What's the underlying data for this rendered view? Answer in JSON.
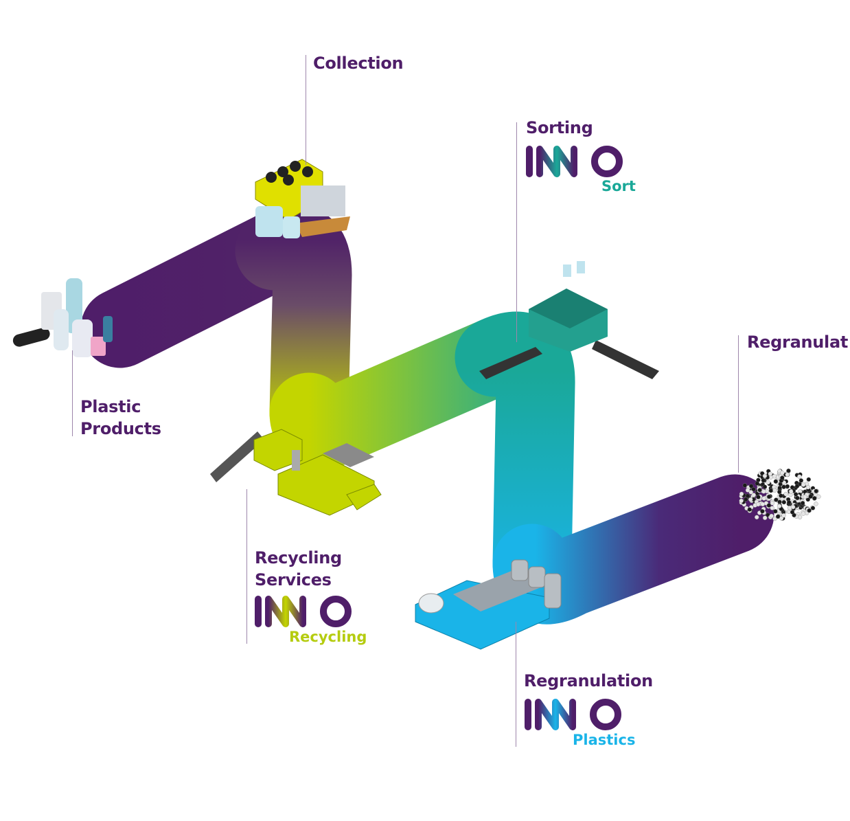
{
  "stages": [
    {
      "id": "plastic-products",
      "label_lines": [
        "Plastic",
        "Products"
      ]
    },
    {
      "id": "collection",
      "label_lines": [
        "Collection"
      ]
    },
    {
      "id": "recycling",
      "label_lines": [
        "Recycling",
        "Services"
      ],
      "logo": {
        "wordmark": "INNO",
        "sub": "Recycling",
        "color": "#b5cc10"
      }
    },
    {
      "id": "sorting",
      "label_lines": [
        "Sorting"
      ],
      "logo": {
        "wordmark": "INNO",
        "sub": "Sort",
        "color": "#1aa898"
      }
    },
    {
      "id": "regranulation",
      "label_lines": [
        "Regranulation"
      ],
      "logo": {
        "wordmark": "INNO",
        "sub": "Plastics",
        "color": "#1ab4e8"
      }
    },
    {
      "id": "regranulat",
      "label_lines": [
        "Regranulat"
      ]
    }
  ],
  "colors": {
    "purple": "#4f1e69",
    "yellowgreen": "#c3d500",
    "teal": "#1aa898",
    "cyan": "#1ab4e8"
  }
}
